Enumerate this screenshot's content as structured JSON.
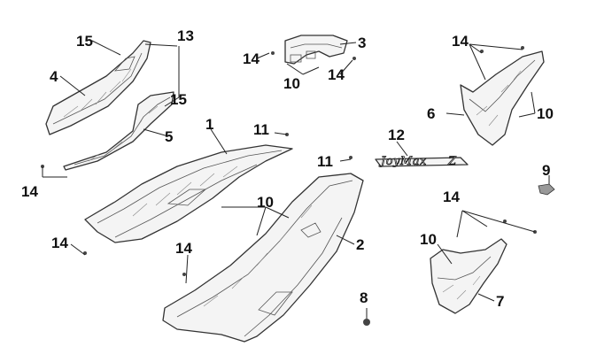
{
  "callouts": {
    "c1": "1",
    "c2": "2",
    "c3": "3",
    "c4": "4",
    "c5": "5",
    "c6": "6",
    "c7": "7",
    "c8": "8",
    "c9": "9",
    "c10a": "10",
    "c10b": "10",
    "c10c": "10",
    "c10d": "10",
    "c11a": "11",
    "c11b": "11",
    "c12": "12",
    "c13": "13",
    "c14a": "14",
    "c14b": "14",
    "c14c": "14",
    "c14d": "14",
    "c14e": "14",
    "c14f": "14",
    "c14g": "14",
    "c15a": "15",
    "c15b": "15"
  },
  "emblem": {
    "text": "JoyMax",
    "mark": "Z"
  }
}
